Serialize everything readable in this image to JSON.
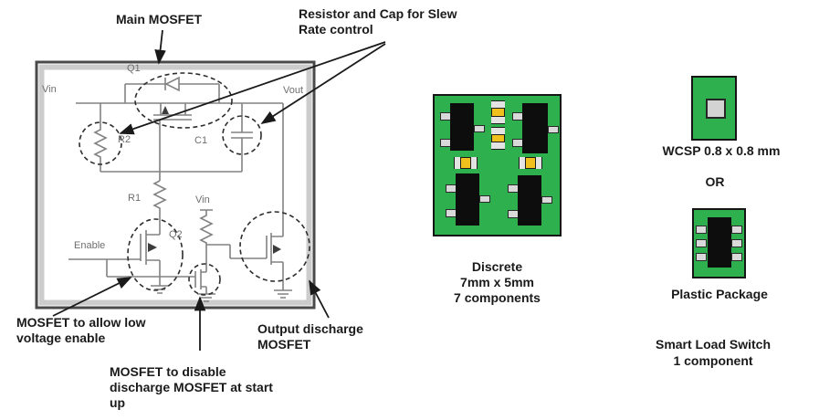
{
  "figure": {
    "left": {
      "annotations": {
        "main_mosfet": "Main MOSFET",
        "slew_line1": "Resistor and Cap for Slew",
        "slew_line2": "Rate control",
        "low_voltage_line1": "MOSFET to allow low",
        "low_voltage_line2": "voltage enable",
        "disable_line1": "MOSFET to disable",
        "disable_line2": "discharge MOSFET at start",
        "disable_line3": "up",
        "output_line1": "Output discharge",
        "output_line2": "MOSFET"
      },
      "schematic_labels": {
        "vin": "Vin",
        "vout": "Vout",
        "q1": "Q1",
        "r2": "R2",
        "c1": "C1",
        "r1": "R1",
        "vin_pullup": "Vin",
        "enable": "Enable",
        "q2": "Q2"
      }
    },
    "middle": {
      "caption_line1": "Discrete",
      "caption_line2": "7mm x 5mm",
      "caption_line3": "7 components"
    },
    "right": {
      "wcsp_caption": "WCSP 0.8 x 0.8 mm",
      "or_text": "OR",
      "plastic_caption": "Plastic Package",
      "smart_line1": "Smart Load Switch",
      "smart_line2": "1 component"
    },
    "colors": {
      "pcb_green": "#2eb04e",
      "component_black": "#0d0d0d",
      "passive_yellow": "#f0c11e",
      "pin_gray": "#d9d9d9",
      "wire_gray": "#828282",
      "annotation_black": "#1a1a1a"
    }
  }
}
